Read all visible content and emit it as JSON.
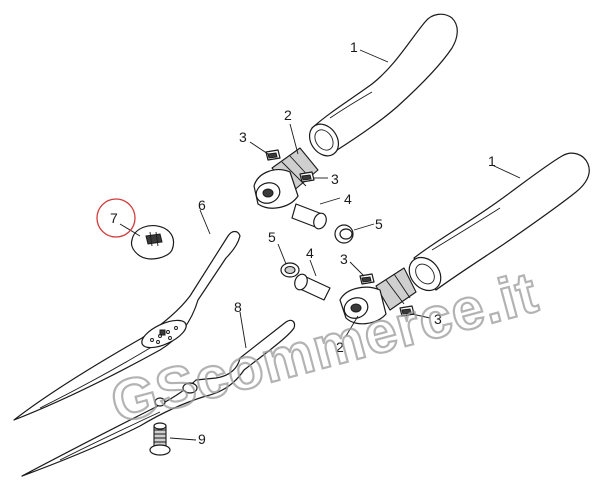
{
  "diagram": {
    "labels": {
      "handle_upper": "1",
      "handle_lower": "1",
      "ferrule_upper": "2",
      "ferrule_lower": "2",
      "clip_a": "3",
      "clip_b": "3",
      "clip_c": "3",
      "clip_d": "3",
      "pivot_upper": "4",
      "pivot_lower": "4",
      "nut_upper": "5",
      "nut_lower": "5",
      "blade_upper": "6",
      "knob": "7",
      "blade_lower": "8",
      "bolt": "9"
    },
    "highlighted_part": "7",
    "colors": {
      "line": "#1a1a1a",
      "highlight": "#d23a3a",
      "watermark": "#9a9a9a"
    }
  },
  "watermark": {
    "text": "GScommerce.it"
  }
}
